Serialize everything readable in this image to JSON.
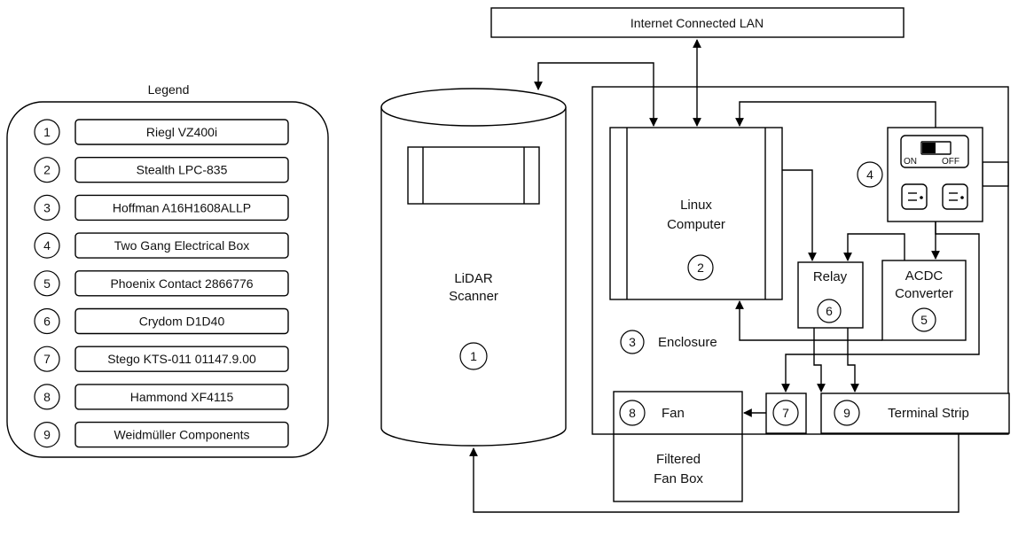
{
  "lan": {
    "label": "Internet Connected LAN"
  },
  "legend": {
    "title": "Legend",
    "items": [
      {
        "num": "1",
        "label": "Riegl VZ400i"
      },
      {
        "num": "2",
        "label": "Stealth LPC-835"
      },
      {
        "num": "3",
        "label": "Hoffman A16H1608ALLP"
      },
      {
        "num": "4",
        "label": "Two Gang Electrical Box"
      },
      {
        "num": "5",
        "label": "Phoenix Contact 2866776"
      },
      {
        "num": "6",
        "label": "Crydom D1D40"
      },
      {
        "num": "7",
        "label": "Stego KTS-011 01147.9.00"
      },
      {
        "num": "8",
        "label": "Hammond XF4115"
      },
      {
        "num": "9",
        "label": "Weidmüller Components"
      }
    ]
  },
  "scanner": {
    "line1": "LiDAR",
    "line2": "Scanner",
    "num": "1"
  },
  "computer": {
    "line1": "Linux",
    "line2": "Computer",
    "num": "2"
  },
  "enclosure": {
    "label": "Enclosure",
    "num": "3"
  },
  "electrical_box": {
    "num": "4",
    "switch_on": "ON",
    "switch_off": "OFF"
  },
  "converter": {
    "line1": "ACDC",
    "line2": "Converter",
    "num": "5"
  },
  "relay": {
    "label": "Relay",
    "num": "6"
  },
  "heater": {
    "num": "7"
  },
  "fan": {
    "label": "Fan",
    "num": "8"
  },
  "terminal_strip": {
    "label": "Terminal Strip",
    "num": "9"
  },
  "fan_box": {
    "line1": "Filtered",
    "line2": "Fan Box"
  }
}
